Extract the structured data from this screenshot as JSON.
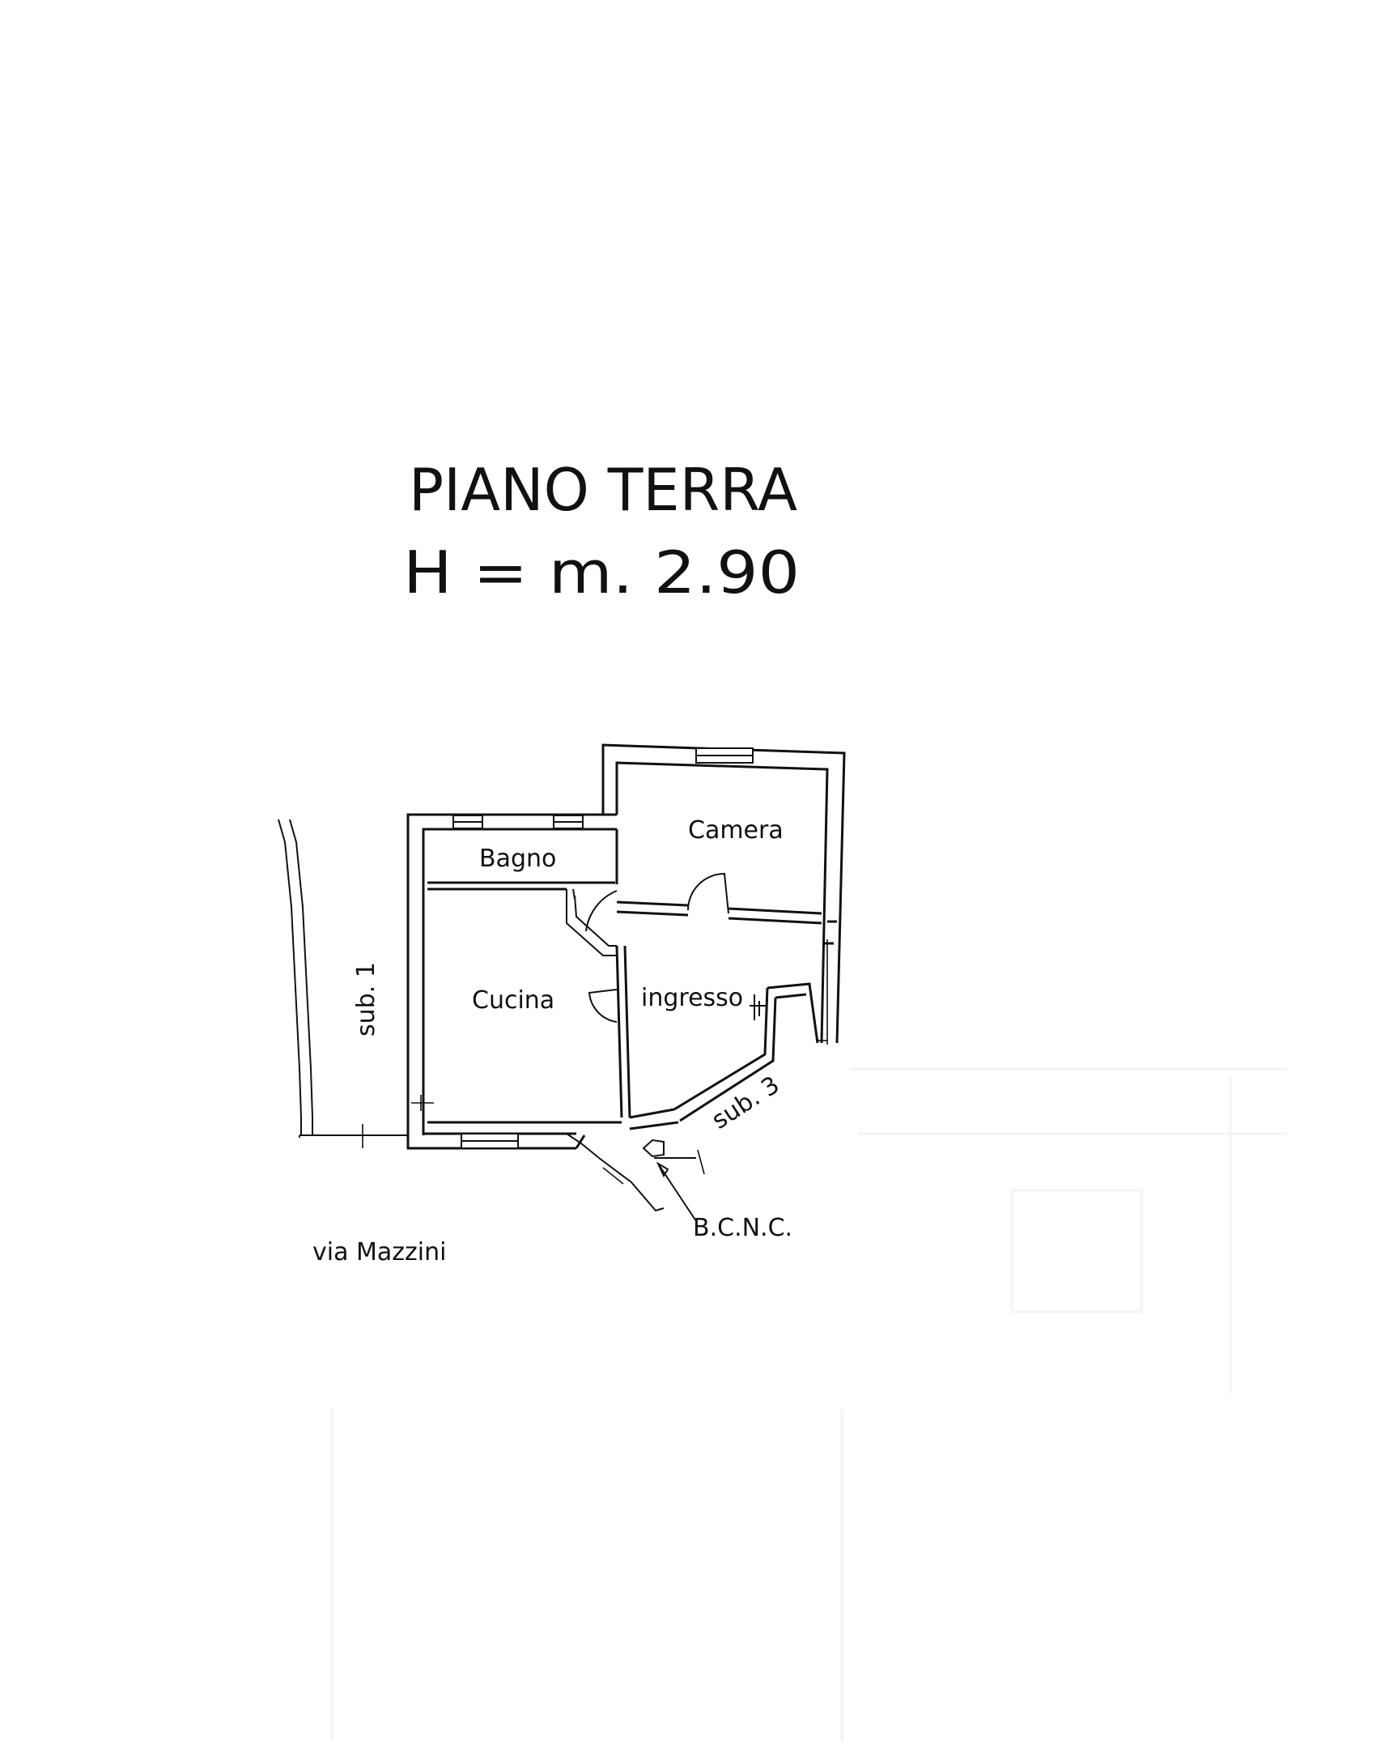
{
  "title": {
    "line1": "PIANO TERRA",
    "line2": "H = m. 2.90"
  },
  "rooms": {
    "camera": "Camera",
    "bagno": "Bagno",
    "cucina": "Cucina",
    "ingresso": "ingresso"
  },
  "labels": {
    "sub1": "sub. 1",
    "sub3": "sub. 3",
    "bcnc": "B.C.N.C.",
    "street": "via Mazzini"
  }
}
